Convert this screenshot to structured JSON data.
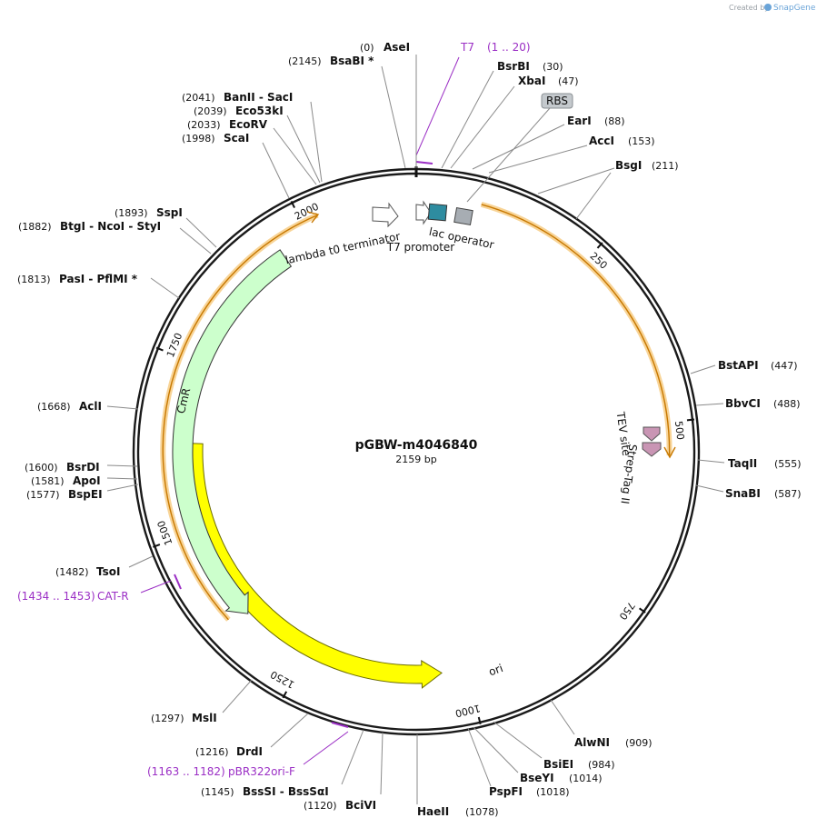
{
  "credit": {
    "prefix": "Created by",
    "brand": "SnapGene"
  },
  "plasmid": {
    "name": "pGBW-m4046840",
    "length_label": "2159 bp",
    "length": 2159
  },
  "ticks": [
    {
      "pos": 250,
      "label": "250"
    },
    {
      "pos": 500,
      "label": "500"
    },
    {
      "pos": 750,
      "label": "750"
    },
    {
      "pos": 1000,
      "label": "1000"
    },
    {
      "pos": 1250,
      "label": "1250"
    },
    {
      "pos": 1500,
      "label": "1500"
    },
    {
      "pos": 1750,
      "label": "1750"
    },
    {
      "pos": 2000,
      "label": "2000"
    }
  ],
  "top_marker": {
    "pos": 0
  },
  "features": [
    {
      "name": "lambda t0 terminator",
      "label": "lambda t0 terminator",
      "type": "terminator-icon",
      "color": "#ffffff"
    },
    {
      "name": "T7 promoter",
      "label": "T7 promoter",
      "type": "promoter-icon",
      "color": "#ffffff"
    },
    {
      "name": "lac operator",
      "label": "lac operator",
      "type": "operator-box",
      "color": "#2e8ca0"
    },
    {
      "name": "RBS",
      "label": "RBS",
      "type": "rbs-box",
      "color": "#a7adb3"
    },
    {
      "name": "TEV site",
      "label": "TEV site",
      "type": "tag",
      "color": "#c995b4"
    },
    {
      "name": "Strep-Tag II",
      "label": "Strep-Tag II",
      "type": "tag",
      "color": "#c995b4"
    },
    {
      "name": "ori",
      "label": "ori",
      "type": "arrow",
      "color": "#ffff00",
      "start": 1040,
      "end": 1632
    },
    {
      "name": "CmR",
      "label": "CmR",
      "type": "arrow",
      "color": "#ccffcc",
      "start": 1356,
      "end": 1955
    },
    {
      "name": "ORF-top",
      "label": "",
      "type": "orf",
      "color": "#f5a623"
    },
    {
      "name": "ORF-left",
      "label": "",
      "type": "orf",
      "color": "#f5a623"
    }
  ],
  "primers": [
    {
      "name": "T7",
      "range": "(1 .. 20)"
    },
    {
      "name": "CAT-R",
      "range": "(1434 .. 1453)"
    },
    {
      "name": "pBR322ori-F",
      "range": "(1163 .. 1182)"
    }
  ],
  "sites": [
    {
      "name": "AseI",
      "pos": "(0)"
    },
    {
      "name": "BsaBI *",
      "pos": "(2145)"
    },
    {
      "name": "BsrBI",
      "pos": "(30)"
    },
    {
      "name": "XbaI",
      "pos": "(47)"
    },
    {
      "name": "EarI",
      "pos": "(88)"
    },
    {
      "name": "AccI",
      "pos": "(153)"
    },
    {
      "name": "BsgI",
      "pos": "(211)"
    },
    {
      "name": "BstAPI",
      "pos": "(447)"
    },
    {
      "name": "BbvCI",
      "pos": "(488)"
    },
    {
      "name": "TaqII",
      "pos": "(555)"
    },
    {
      "name": "SnaBI",
      "pos": "(587)"
    },
    {
      "name": "AlwNI",
      "pos": "(909)"
    },
    {
      "name": "BsiEI",
      "pos": "(984)"
    },
    {
      "name": "BseYI",
      "pos": "(1014)"
    },
    {
      "name": "PspFI",
      "pos": "(1018)"
    },
    {
      "name": "HaeII",
      "pos": "(1078)"
    },
    {
      "name": "BciVI",
      "pos": "(1120)"
    },
    {
      "name": "BssSI  - BssSαI",
      "pos": "(1145)"
    },
    {
      "name": "DrdI",
      "pos": "(1216)"
    },
    {
      "name": "MslI",
      "pos": "(1297)"
    },
    {
      "name": "TsoI",
      "pos": "(1482)"
    },
    {
      "name": "BspEI",
      "pos": "(1577)"
    },
    {
      "name": "ApoI",
      "pos": "(1581)"
    },
    {
      "name": "BsrDI",
      "pos": "(1600)"
    },
    {
      "name": "AclI",
      "pos": "(1668)"
    },
    {
      "name": "PasI  - PflMI *",
      "pos": "(1813)"
    },
    {
      "name": "BtgI  - NcoI  - StyI",
      "pos": "(1882)"
    },
    {
      "name": "SspI",
      "pos": "(1893)"
    },
    {
      "name": "ScaI",
      "pos": "(1998)"
    },
    {
      "name": "EcoRV",
      "pos": "(2033)"
    },
    {
      "name": "Eco53kI",
      "pos": "(2039)"
    },
    {
      "name": "BanII  - SacI",
      "pos": "(2041)"
    }
  ]
}
